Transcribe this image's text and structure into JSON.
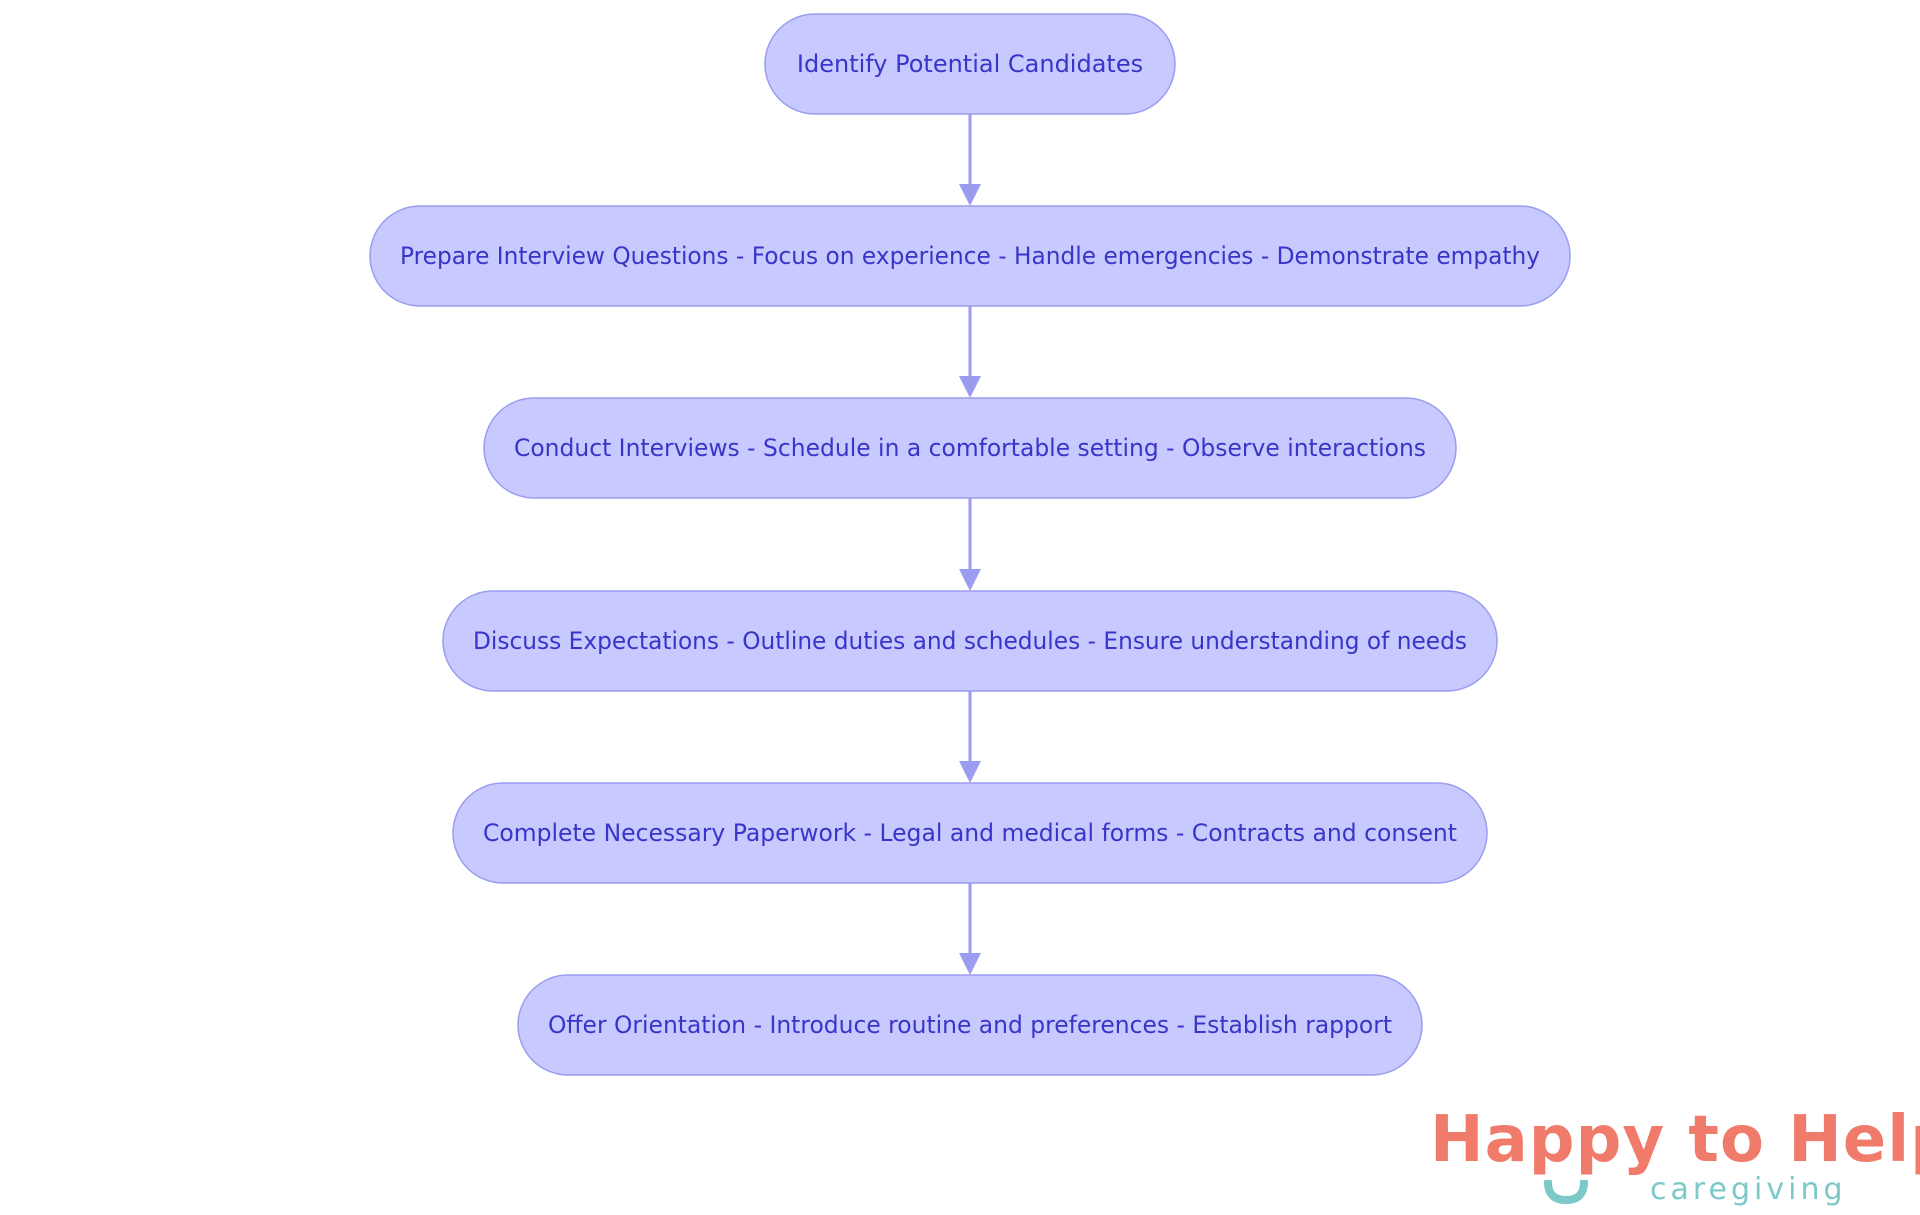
{
  "colors": {
    "node_fill": "#c8caff",
    "node_stroke": "#9a9cf0",
    "node_text": "#3a34c8",
    "edge": "#9a9cf0",
    "logo_coral": "#f07b6a",
    "logo_teal": "#7cc9c9"
  },
  "diagram": {
    "nodes": [
      {
        "id": "n1",
        "label": "Identify Potential Candidates"
      },
      {
        "id": "n2",
        "label": "Prepare Interview Questions - Focus on experience - Handle emergencies - Demonstrate empathy"
      },
      {
        "id": "n3",
        "label": "Conduct Interviews - Schedule in a comfortable setting - Observe interactions"
      },
      {
        "id": "n4",
        "label": "Discuss Expectations - Outline duties and schedules - Ensure understanding of needs"
      },
      {
        "id": "n5",
        "label": "Complete Necessary Paperwork - Legal and medical forms - Contracts and consent"
      },
      {
        "id": "n6",
        "label": "Offer Orientation - Introduce routine and preferences - Establish rapport"
      }
    ],
    "edges": [
      {
        "from": "n1",
        "to": "n2"
      },
      {
        "from": "n2",
        "to": "n3"
      },
      {
        "from": "n3",
        "to": "n4"
      },
      {
        "from": "n4",
        "to": "n5"
      },
      {
        "from": "n5",
        "to": "n6"
      }
    ]
  },
  "logo": {
    "word_happy": "Happy",
    "word_to": "to",
    "word_help": "Help",
    "sub": "caregiving",
    "smile_icon": "smile-icon"
  }
}
